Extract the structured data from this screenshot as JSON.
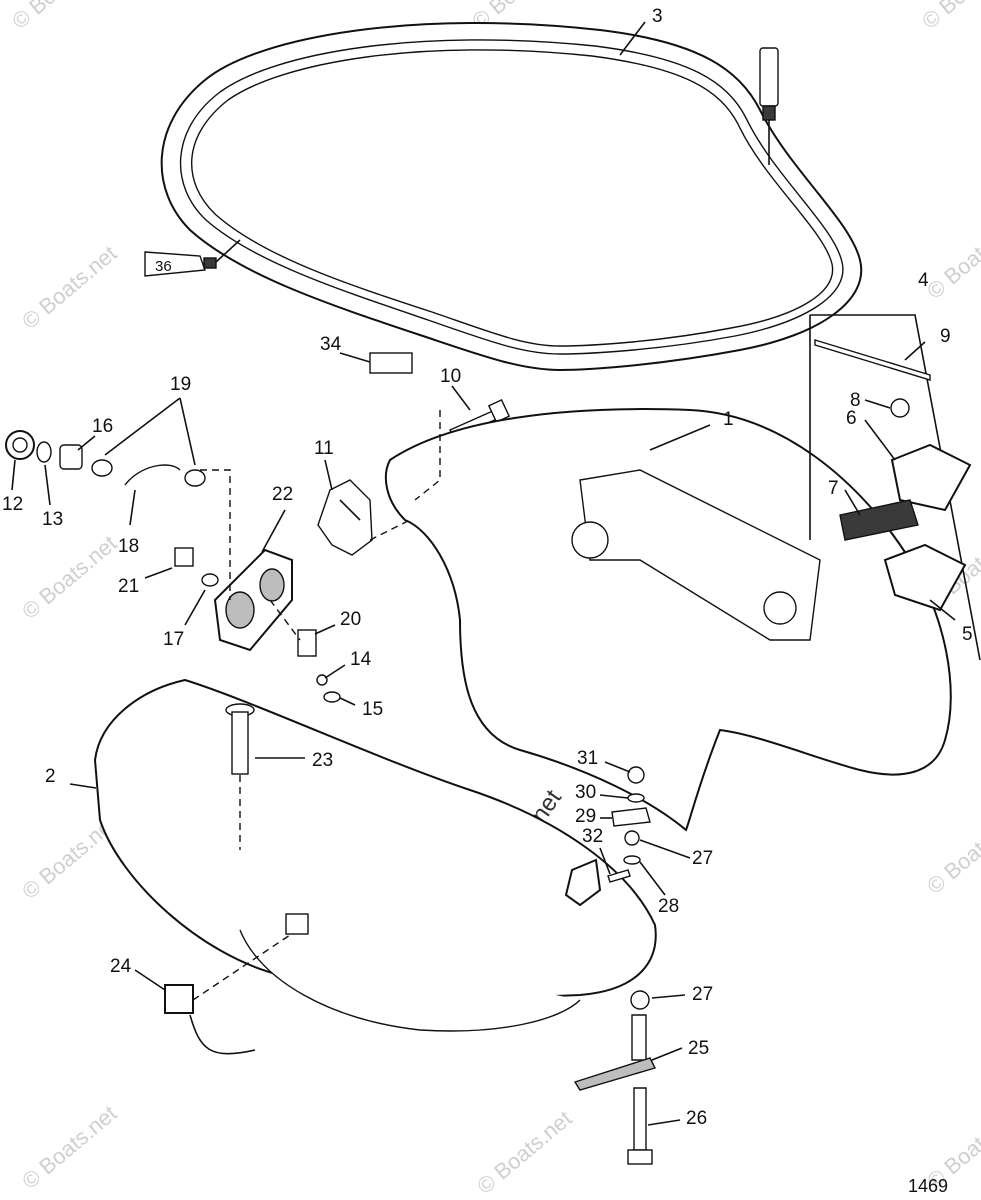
{
  "diagram": {
    "figure_number": "1469",
    "watermark": "© Boats.net",
    "tube_label": "36",
    "callouts": [
      {
        "id": "c1",
        "label": "1"
      },
      {
        "id": "c2",
        "label": "2"
      },
      {
        "id": "c3",
        "label": "3"
      },
      {
        "id": "c4",
        "label": "4"
      },
      {
        "id": "c5",
        "label": "5"
      },
      {
        "id": "c6",
        "label": "6"
      },
      {
        "id": "c7",
        "label": "7"
      },
      {
        "id": "c8",
        "label": "8"
      },
      {
        "id": "c9",
        "label": "9"
      },
      {
        "id": "c10",
        "label": "10"
      },
      {
        "id": "c11",
        "label": "11"
      },
      {
        "id": "c12",
        "label": "12"
      },
      {
        "id": "c13",
        "label": "13"
      },
      {
        "id": "c14",
        "label": "14"
      },
      {
        "id": "c15",
        "label": "15"
      },
      {
        "id": "c16",
        "label": "16"
      },
      {
        "id": "c17",
        "label": "17"
      },
      {
        "id": "c18",
        "label": "18"
      },
      {
        "id": "c19",
        "label": "19"
      },
      {
        "id": "c20",
        "label": "20"
      },
      {
        "id": "c21",
        "label": "21"
      },
      {
        "id": "c22",
        "label": "22"
      },
      {
        "id": "c23",
        "label": "23"
      },
      {
        "id": "c24",
        "label": "24"
      },
      {
        "id": "c25",
        "label": "25"
      },
      {
        "id": "c26",
        "label": "26"
      },
      {
        "id": "c27a",
        "label": "27"
      },
      {
        "id": "c27b",
        "label": "27"
      },
      {
        "id": "c28",
        "label": "28"
      },
      {
        "id": "c29",
        "label": "29"
      },
      {
        "id": "c30",
        "label": "30"
      },
      {
        "id": "c31",
        "label": "31"
      },
      {
        "id": "c32",
        "label": "32"
      },
      {
        "id": "c34",
        "label": "34"
      }
    ]
  }
}
